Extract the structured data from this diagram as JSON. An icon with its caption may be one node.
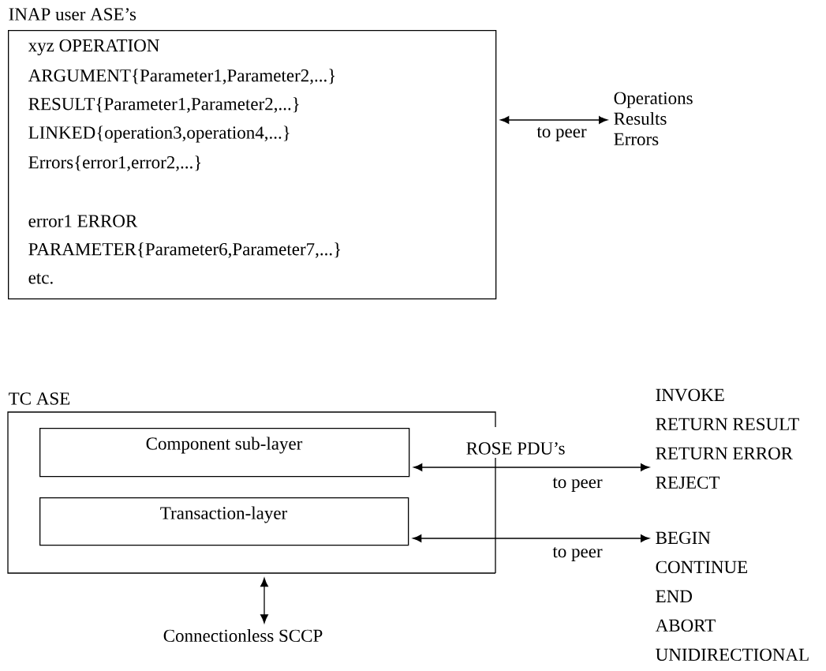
{
  "diagram": {
    "nodes": [
      {
        "text": [
          "INAP user ASE’s",
          "xyz OPERATION",
          "ARGUMENT{Parameter1,Parameter2,...}",
          "RESULT{Parameter1,Parameter2,...}",
          "LINKED{operation3,operation4,...}",
          "Errors{error1,error2,...}",
          "error1 ERROR",
          "PARAMETER{Parameter6,Parameter7,...}",
          "etc."
        ]
      },
      {
        "text": [
          "Operations",
          "Results",
          "Errors"
        ]
      },
      {
        "text": [
          "TC ASE"
        ]
      },
      {
        "text": [
          "Component sub-layer"
        ],
        "in": 2
      },
      {
        "text": [
          "Transaction-layer"
        ],
        "in": 2
      },
      {
        "text": [
          "INVOKE",
          "RETURN RESULT",
          "RETURN ERROR",
          "REJECT"
        ]
      },
      {
        "text": [
          "BEGIN",
          "CONTINUE",
          "END",
          "ABORT",
          "UNIDIRECTIONAL"
        ]
      },
      {
        "text": [
          "Connectionless SCCP"
        ]
      }
    ],
    "edges": [
      {
        "from": 0,
        "to": 1,
        "arrow": "both",
        "label": "to peer"
      },
      {
        "from": 3,
        "to": 5,
        "arrow": "both",
        "label": "to peer"
      },
      {
        "from": 4,
        "to": 6,
        "arrow": "both",
        "label": "to peer"
      },
      {
        "from": 2,
        "to": 7,
        "arrow": "both"
      }
    ],
    "labels": [
      "ROSE PDU’s"
    ]
  }
}
